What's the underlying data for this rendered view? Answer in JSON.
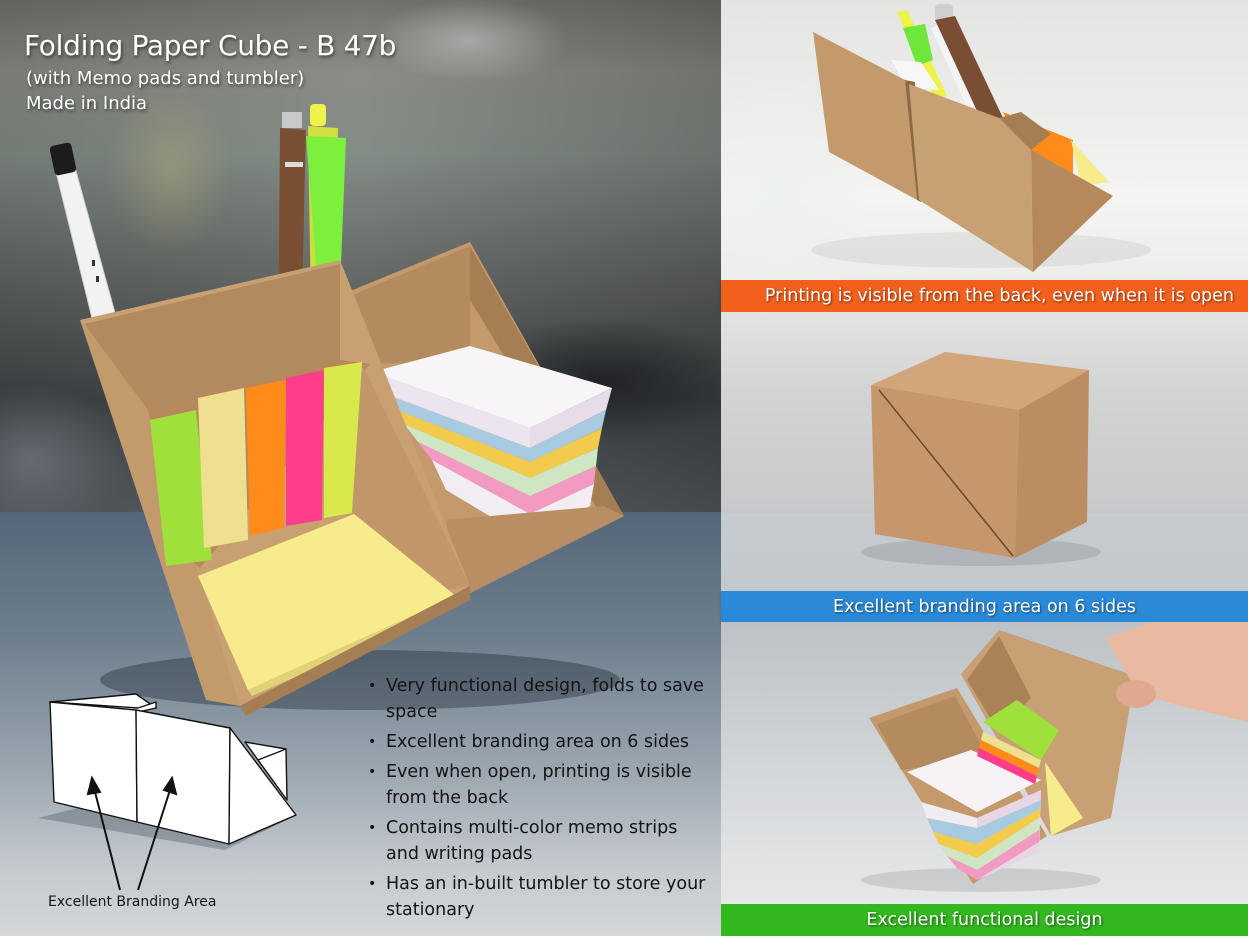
{
  "header": {
    "title": "Folding Paper Cube - B 47b",
    "subtitle": "(with Memo pads and tumbler)",
    "origin": "Made in India"
  },
  "features": [
    "Very functional design,  folds to save space",
    "Excellent branding area on 6 sides",
    "Even when open, printing is visible from the back",
    "Contains multi-color memo strips and writing pads",
    "Has an in-built tumbler to store your stationary"
  ],
  "diagram": {
    "label": "Excellent Branding Area"
  },
  "panels": [
    {
      "caption": "Printing is visible from the back, even when it is open",
      "color": "#f3601c"
    },
    {
      "caption": "Excellent branding area on 6 sides",
      "color": "#2b8ad8"
    },
    {
      "caption": "Excellent functional design",
      "color": "#33b81f"
    }
  ],
  "colors": {
    "kraft": "#c49a6c",
    "kraft_dark": "#a67e54",
    "strip_green": "#9fe03a",
    "strip_cream": "#efe08f",
    "strip_orange": "#ff8c1a",
    "strip_pink": "#ff3d8a",
    "strip_lime": "#d8ea4a",
    "pad_yellow": "#f6ec8c"
  }
}
